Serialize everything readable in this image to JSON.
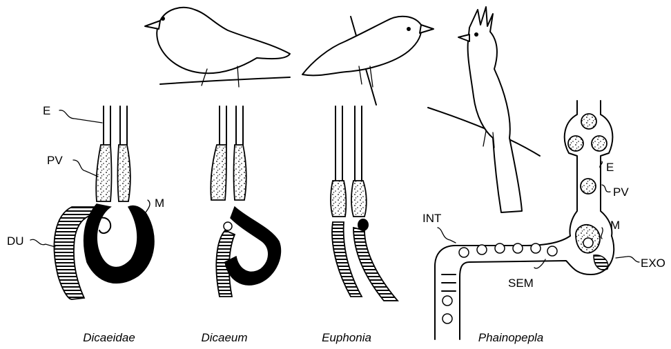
{
  "labels": {
    "esophagus": "E",
    "proventriculus": "PV",
    "muscular_stomach": "M",
    "duodenum": "DU",
    "intestine": "INT",
    "seeds": "SEM",
    "exocarp": "EXO"
  },
  "captions": [
    "Dicaeidae",
    "Dicaeum",
    "Euphonia",
    "Phainopepla"
  ],
  "colors": {
    "ink": "#000000",
    "paper": "#ffffff"
  }
}
